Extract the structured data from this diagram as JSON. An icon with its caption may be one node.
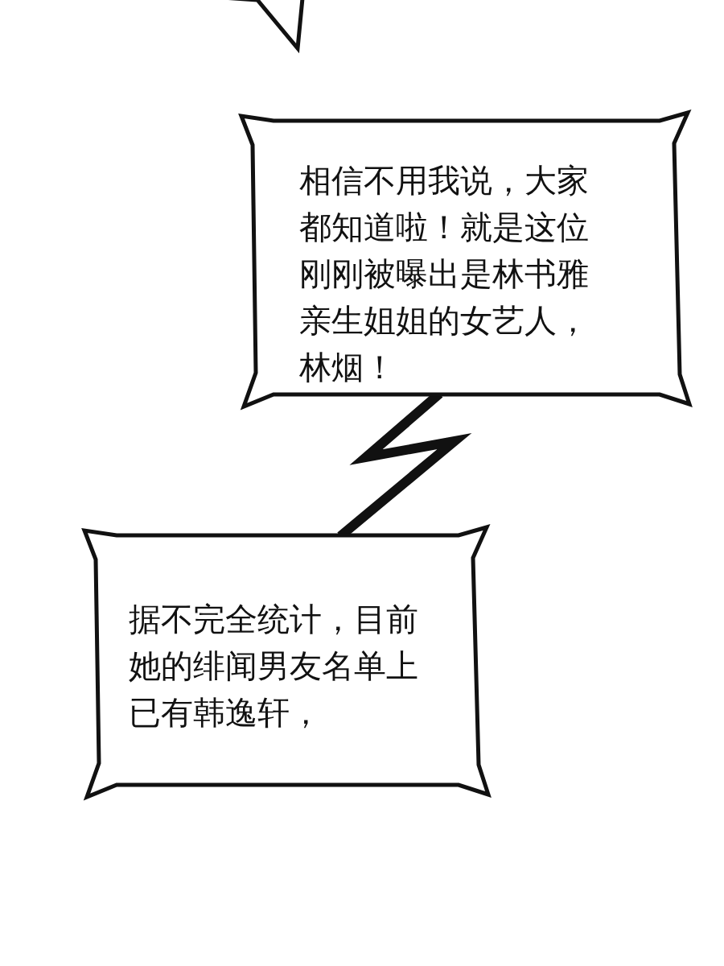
{
  "diagram": {
    "nodes": [
      {
        "text": [],
        "shape": "box"
      },
      {
        "text": [
          "相信不用我说，大家都知道啦！就是这位刚刚被曝出是林书雅亲生姐姐的女艺人，林烟！"
        ]
      },
      {
        "text": [
          "据不完全统计，目前她的绯闻男友名单上已有韩逸轩，"
        ]
      }
    ],
    "edges": [
      {
        "from": 1,
        "to": 2,
        "arrow": "none"
      }
    ]
  }
}
